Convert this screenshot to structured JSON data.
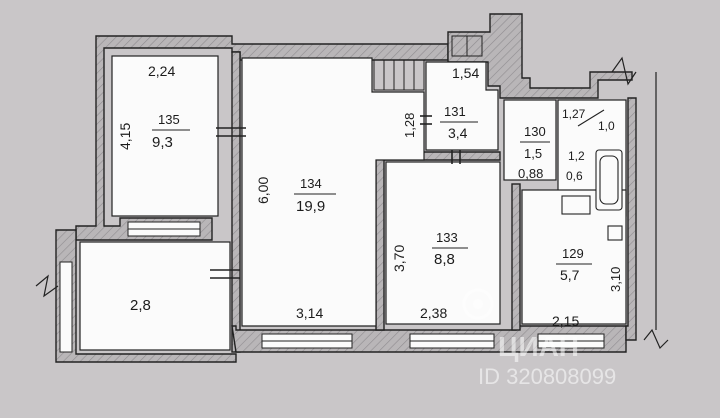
{
  "rooms": [
    {
      "id": "135",
      "number": "135",
      "area": "9,3"
    },
    {
      "id": "134",
      "number": "134",
      "area": "19,9"
    },
    {
      "id": "133",
      "number": "133",
      "area": "8,8"
    },
    {
      "id": "131",
      "number": "131",
      "area": "3,4"
    },
    {
      "id": "130",
      "number": "130",
      "area": "1,5"
    },
    {
      "id": "129",
      "number": "129",
      "area": "5,7"
    },
    {
      "id": "balcony",
      "area": "2,8"
    }
  ],
  "dimensions": {
    "d224": "2,24",
    "d415": "4,15",
    "d600": "6,00",
    "d314": "3,14",
    "d154": "1,54",
    "d128": "1,28",
    "d370": "3,70",
    "d238": "2,38",
    "d088": "0,88",
    "d127": "1,27",
    "d10": "1,0",
    "d12": "1,2",
    "d06": "0,6",
    "d310": "3,10",
    "d215": "2,15"
  },
  "watermark": {
    "brand": "ЦИАН",
    "id_text": "ID 320808099"
  },
  "colors": {
    "paper": "#c9c6c8",
    "wall": "#ffffff",
    "line": "#222222",
    "hatch": "#9a979a"
  }
}
